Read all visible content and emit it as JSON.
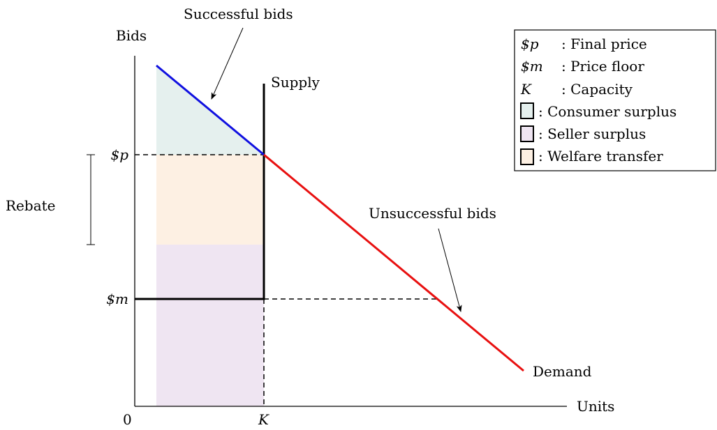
{
  "axes": {
    "y_label": "Bids",
    "x_label": "Units",
    "origin_label": "0",
    "capacity_tick": "K",
    "price_tick": "$p",
    "floor_tick": "$m"
  },
  "curves": {
    "supply_label": "Supply",
    "demand_label": "Demand"
  },
  "annotations": {
    "successful_bids": "Successful bids",
    "unsuccessful_bids": "Unsuccessful bids",
    "rebate": "Rebate"
  },
  "legend": {
    "items": [
      {
        "symbol": "$p",
        "text": ": Final price"
      },
      {
        "symbol": "$m",
        "text": ": Price floor"
      },
      {
        "symbol": "K",
        "text": ": Capacity"
      },
      {
        "swatch_color": "#e5f0ee",
        "text": ": Consumer surplus"
      },
      {
        "swatch_color": "#efe5f2",
        "text": ": Seller surplus"
      },
      {
        "swatch_color": "#fdf0e3",
        "text": ": Welfare transfer"
      }
    ]
  },
  "colors": {
    "consumer_surplus": "#e5f0ee",
    "seller_surplus": "#efe5f2",
    "welfare_transfer": "#fdf0e3",
    "successful_bids_line": "#1010e0",
    "unsuccessful_bids_line": "#e81010"
  }
}
